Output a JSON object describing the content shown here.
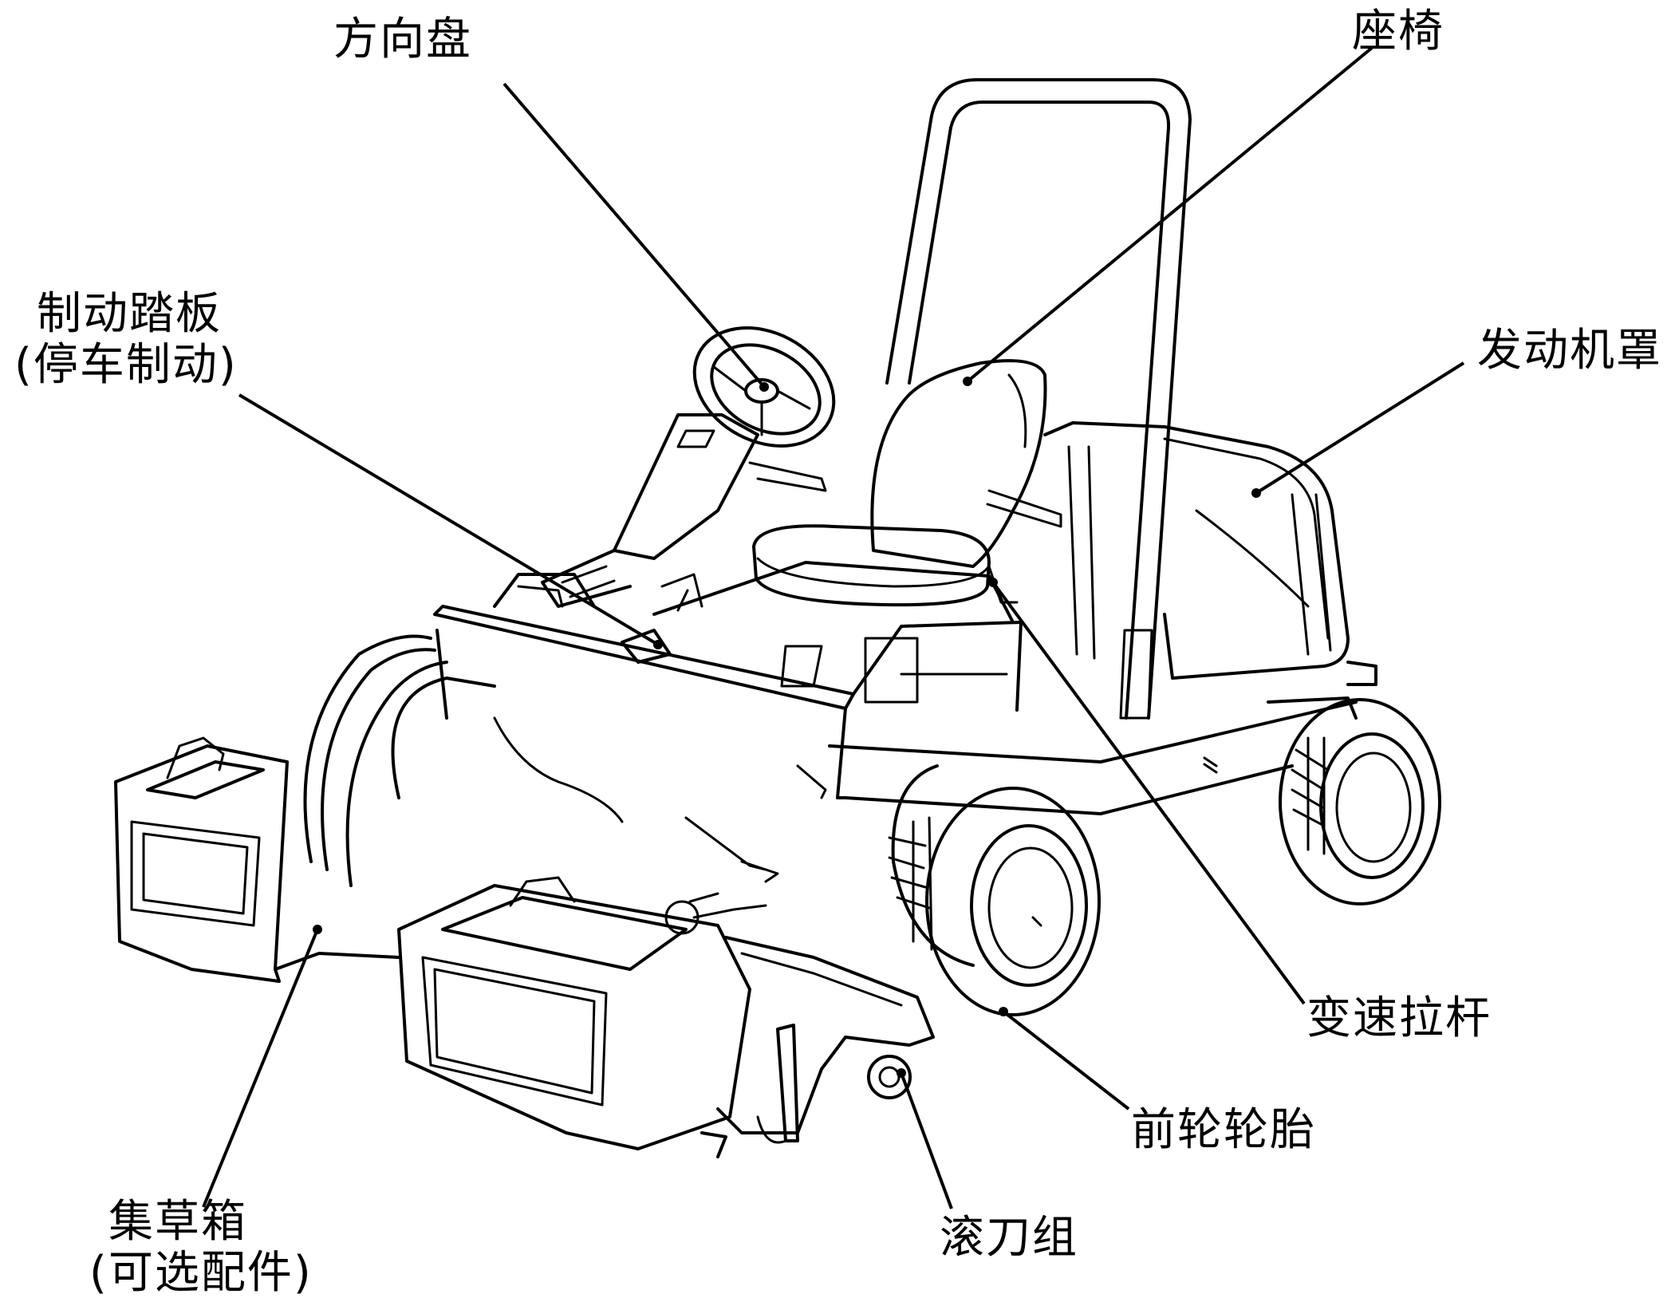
{
  "labels": {
    "steering_wheel": "方向盘",
    "seat": "座椅",
    "brake_pedal_line1": "制动踏板",
    "brake_pedal_line2": "(停车制动)",
    "hood": "发动机罩",
    "traction_pedal": "变速拉杆",
    "front_tire": "前轮轮胎",
    "grass_basket_line1": "集草箱",
    "grass_basket_line2": "(可选配件)",
    "cutting_unit": "滚刀组"
  }
}
